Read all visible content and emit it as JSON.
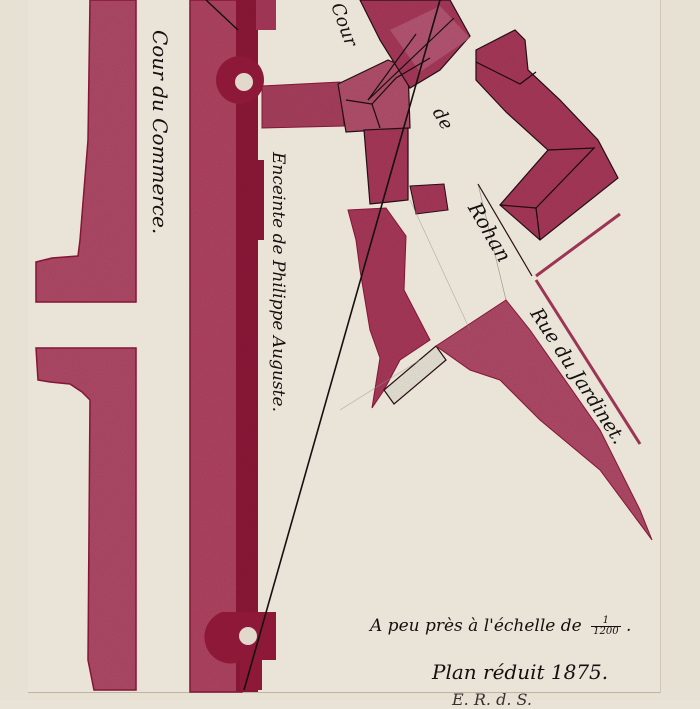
{
  "map": {
    "title": "Plan réduit 1875.",
    "scale_text": "A peu près à l'échelle de",
    "scale_fraction": {
      "numerator": "1",
      "denominator": "1200"
    },
    "scale_suffix": ".",
    "labels": {
      "cour_du_commerce": "Cour du Commerce.",
      "enceinte": "Enceinte de Philippe Auguste.",
      "cour_top": "Cour",
      "de": "de",
      "rohan": "Rohan",
      "rue_du_jardinet": "Rue du Jardinet."
    },
    "bottom_cut_text": "E. R. d. S."
  },
  "colors": {
    "paper": "#e9e4d7",
    "wash": "#a8385a",
    "wash_light": "#b85a76",
    "wall": "#8e1838",
    "ink": "#141010"
  }
}
